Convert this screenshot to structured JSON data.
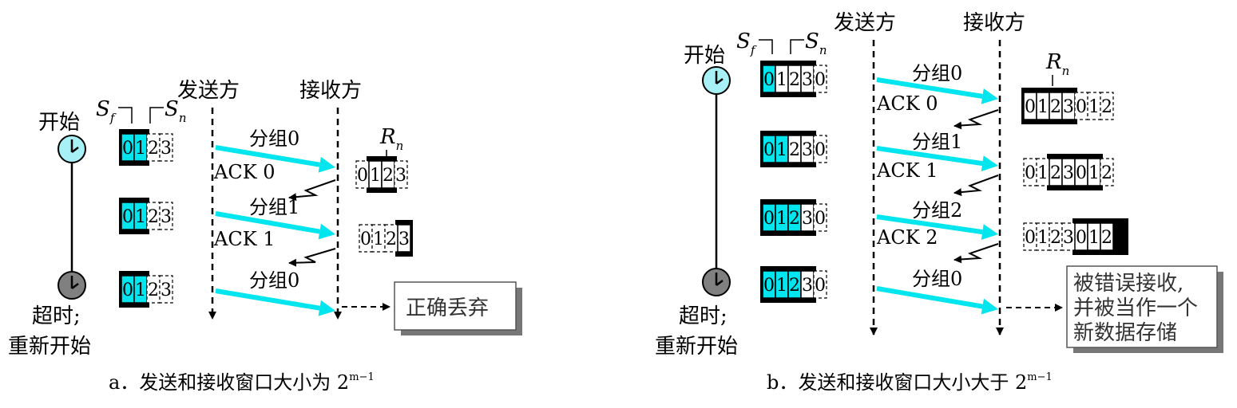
{
  "colors": {
    "accent": "#00e5ee",
    "clock_active": "#a6f0f6",
    "clock_timeout": "#808080",
    "window_bar": "#000000"
  },
  "panel_a": {
    "start": "开始",
    "timeout": "超时;",
    "restart": "重新开始",
    "sender": "发送方",
    "receiver": "接收方",
    "sf": "S",
    "sf_sub": "f",
    "sn": "S",
    "sn_sub": "n",
    "rn": "R",
    "rn_sub": "n",
    "seq": [
      "0",
      "1",
      "2",
      "3"
    ],
    "frame_labels": [
      "分组0",
      "分组1",
      "分组0"
    ],
    "ack_labels": [
      "ACK 0",
      "ACK 1"
    ],
    "result": "正确丢弃",
    "caption_prefix": "a．发送和接收窗口大小为 2",
    "caption_sup": "m−1"
  },
  "panel_b": {
    "start": "开始",
    "timeout": "超时;",
    "restart": "重新开始",
    "sender": "发送方",
    "receiver": "接收方",
    "sf": "S",
    "sf_sub": "f",
    "sn": "S",
    "sn_sub": "n",
    "rn": "R",
    "rn_sub": "n",
    "send_seq": [
      "0",
      "1",
      "2",
      "3",
      "0"
    ],
    "recv_seq": [
      "0",
      "1",
      "2",
      "3",
      "0",
      "1",
      "2"
    ],
    "frame_labels": [
      "分组0",
      "分组1",
      "分组2",
      "分组0"
    ],
    "ack_labels": [
      "ACK 0",
      "ACK 1",
      "ACK 2"
    ],
    "result_lines": [
      "被错误接收,",
      "并被当作一个",
      "新数据存储"
    ],
    "caption_prefix": "b．发送和接收窗口大小大于 2",
    "caption_sup": "m−1"
  }
}
